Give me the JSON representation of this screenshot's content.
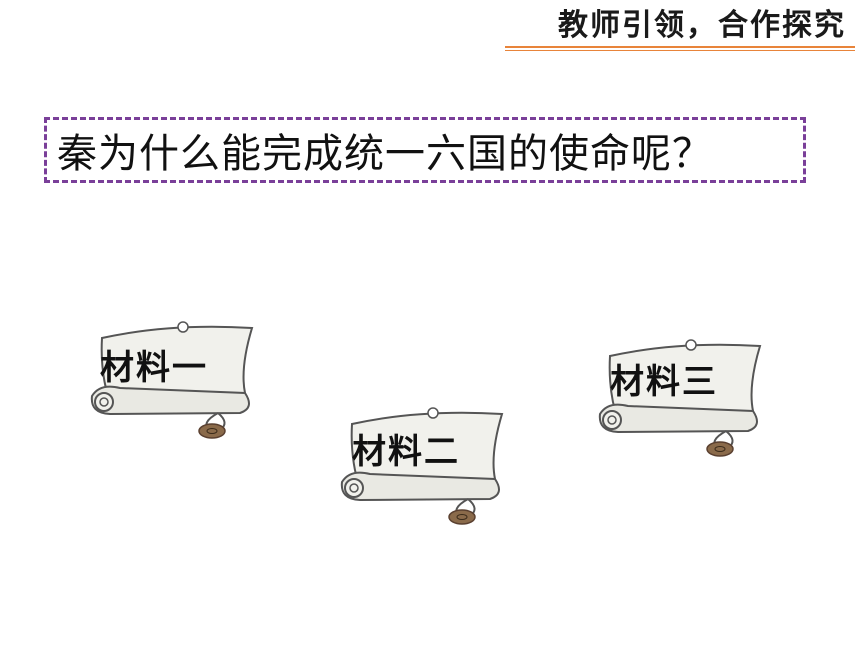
{
  "header": {
    "title": "教师引领，合作探究"
  },
  "question": {
    "text": "秦为什么能完成统一六国的使命呢？"
  },
  "materials": [
    {
      "label": "材料一"
    },
    {
      "label": "材料二"
    },
    {
      "label": "材料三"
    }
  ],
  "colors": {
    "accent_line": "#e8843a",
    "dash_border": "#7a3f99",
    "scroll_paper": "#f1f1ec",
    "seal": "#8a6a4a"
  },
  "icons": [
    "scroll-icon",
    "seal-icon"
  ]
}
